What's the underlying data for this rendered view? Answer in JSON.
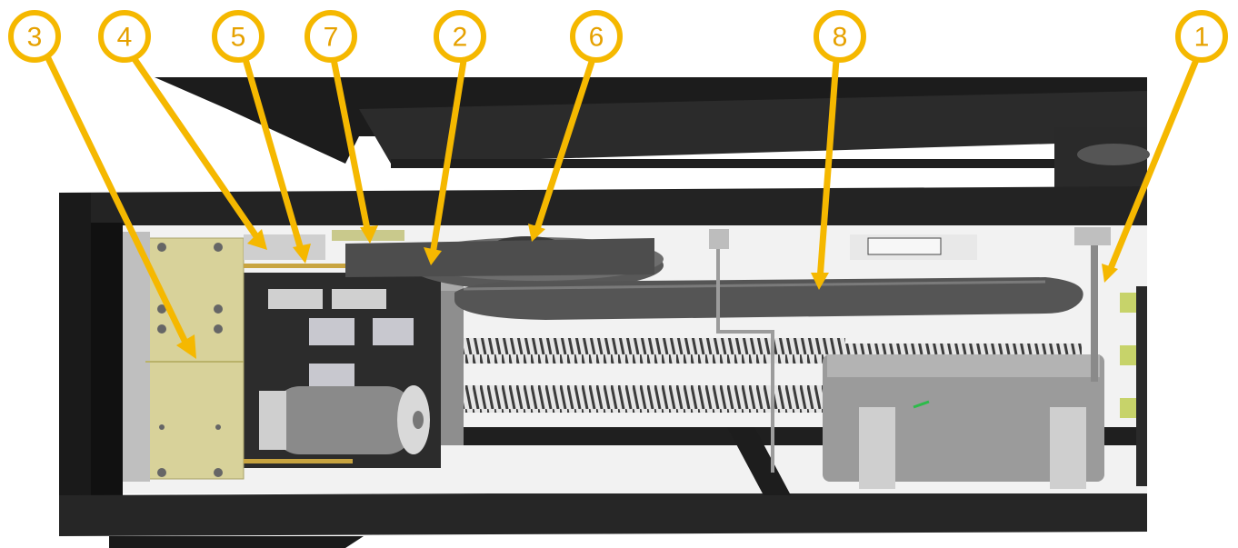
{
  "callouts": [
    {
      "label": "3",
      "color": "#f5b800"
    },
    {
      "label": "4",
      "color": "#f5b800"
    },
    {
      "label": "5",
      "color": "#f5b800"
    },
    {
      "label": "7",
      "color": "#f5b800"
    },
    {
      "label": "2",
      "color": "#f5b800"
    },
    {
      "label": "6",
      "color": "#f5b800"
    },
    {
      "label": "8",
      "color": "#f5b800"
    },
    {
      "label": "1",
      "color": "#f5b800"
    }
  ],
  "colors": {
    "frame": "#1e1e1e",
    "machine_dark": "#2a2a2a",
    "belt": "#4a4a4a",
    "pulley": "#5c5c5c",
    "plate": "#d6d08c",
    "motor": "#8c8c8c",
    "housing": "#9a9a9a",
    "spring": "#3a3a3a",
    "accent": "#f5b800"
  }
}
